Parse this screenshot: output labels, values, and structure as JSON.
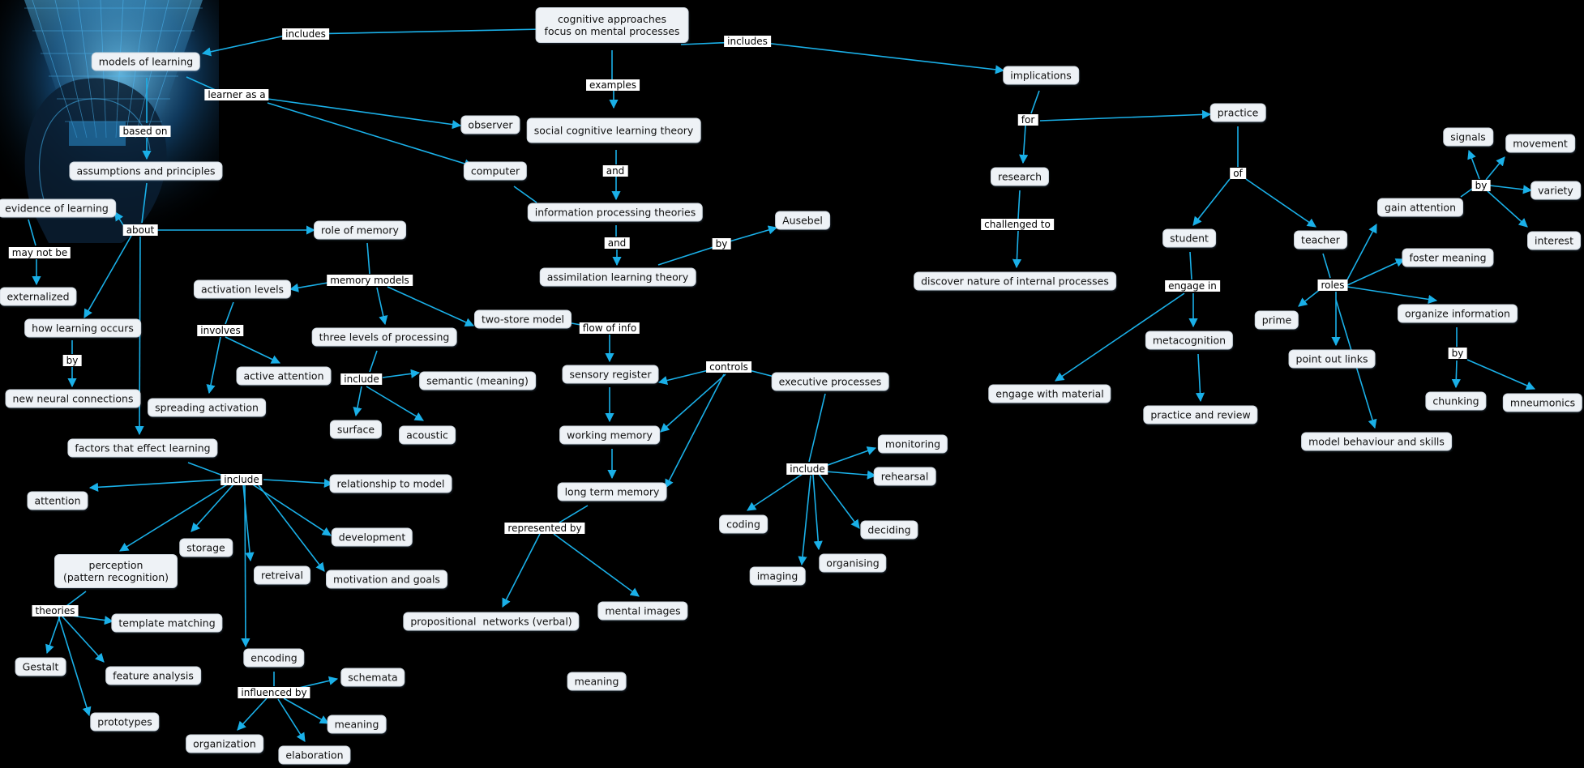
{
  "colors": {
    "background": "#000000",
    "edge": "#1ab0e8",
    "node_fill": "#eef2f6",
    "link_fill": "#ffffff"
  },
  "illustration": {
    "icon": "digital-head-icon"
  },
  "concepts": {
    "root": "cognitive approaches\nfocus on mental processes",
    "models": "models of learning",
    "implications": "implications",
    "observer": "observer",
    "sclt": "social cognitive learning theory",
    "assumptions": "assumptions and principles",
    "computer": "computer",
    "ipt": "information processing theories",
    "evidence": "evidence of learning",
    "role_memory": "role of memory",
    "ausebel": "Ausebel",
    "alt": "assimilation learning theory",
    "externalized": "externalized",
    "activation_levels": "activation levels",
    "how_learning": "how learning occurs",
    "three_levels": "three levels of processing",
    "two_store": "two-store model",
    "active_attention": "active attention",
    "semantic": "semantic (meaning)",
    "sensory_register": "sensory register",
    "executive": "executive processes",
    "new_neural": "new neural connections",
    "spreading": "spreading activation",
    "surface": "surface",
    "acoustic": "acoustic",
    "working_memory": "working memory",
    "factors": "factors that effect learning",
    "relationship": "relationship to model",
    "long_term": "long term memory",
    "attention": "attention",
    "development": "development",
    "storage": "storage",
    "perception": "perception\n(pattern recognition)",
    "retreival": "retreival",
    "motivation": "motivation and goals",
    "template": "template matching",
    "gestalt": "Gestalt",
    "feature": "feature analysis",
    "prototypes": "prototypes",
    "encoding": "encoding",
    "schemata": "schemata",
    "organization": "organization",
    "meaning_enc": "meaning",
    "elaboration": "elaboration",
    "propositional": "propositional  networks (verbal)",
    "mental_images": "mental images",
    "meaning_free": "meaning",
    "monitoring": "monitoring",
    "rehearsal": "rehearsal",
    "coding": "coding",
    "deciding": "deciding",
    "organising": "organising",
    "imaging": "imaging",
    "research": "research",
    "practice": "practice",
    "discover": "discover nature of internal processes",
    "student": "student",
    "teacher": "teacher",
    "engage_material": "engage with material",
    "metacognition": "metacognition",
    "practice_review": "practice and review",
    "signals": "signals",
    "movement": "movement",
    "variety": "variety",
    "interest": "interest",
    "gain_attention": "gain attention",
    "foster_meaning": "foster meaning",
    "prime": "prime",
    "organize_info": "organize information",
    "point_out": "point out links",
    "chunking": "chunking",
    "mneumonics": "mneumonics",
    "model_behaviour": "model behaviour and skills"
  },
  "links": {
    "includes_left": "includes",
    "includes_right": "includes",
    "examples": "examples",
    "learner_as_a": "learner as a",
    "based_on": "based on",
    "and_1": "and",
    "and_2": "and",
    "by_ausebel": "by",
    "about": "about",
    "may_not_be": "may not be",
    "memory_models": "memory models",
    "involves": "involves",
    "by_neural": "by",
    "include_levels": "include",
    "flow_of_info": "flow of info",
    "controls": "controls",
    "include_factors": "include",
    "include_exec": "include",
    "represented_by": "represented by",
    "theories": "theories",
    "influenced_by": "influenced by",
    "for": "for",
    "challenged_to": "challenged to",
    "of": "of",
    "engage_in": "engage in",
    "roles": "roles",
    "by_gain": "by",
    "by_organize": "by"
  }
}
